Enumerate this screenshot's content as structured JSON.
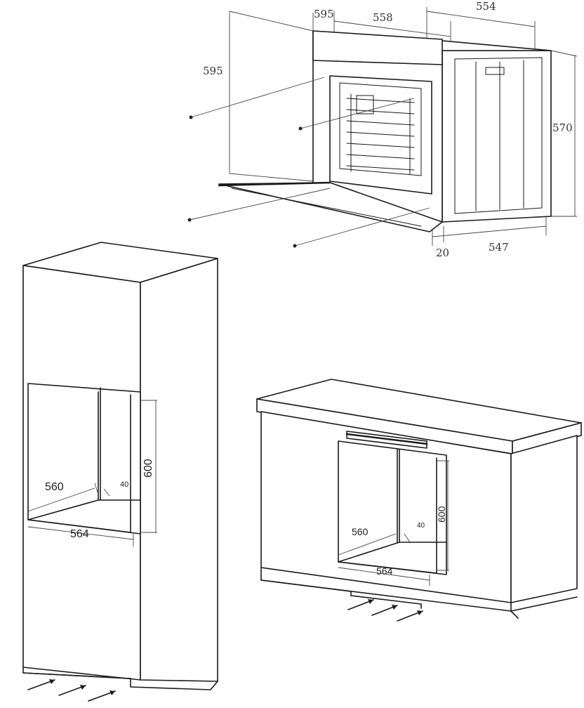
{
  "oven_dimensions": {
    "outer_width": "595",
    "height": "595",
    "inner_width": "558",
    "depth_top": "554",
    "body_height": "570",
    "door_thickness": "20",
    "body_depth": "547"
  },
  "tall_cabinet": {
    "depth": "560",
    "width": "564",
    "height": "600",
    "gap": "40"
  },
  "under_counter": {
    "depth": "560",
    "width": "564",
    "height": "600",
    "gap": "40"
  }
}
